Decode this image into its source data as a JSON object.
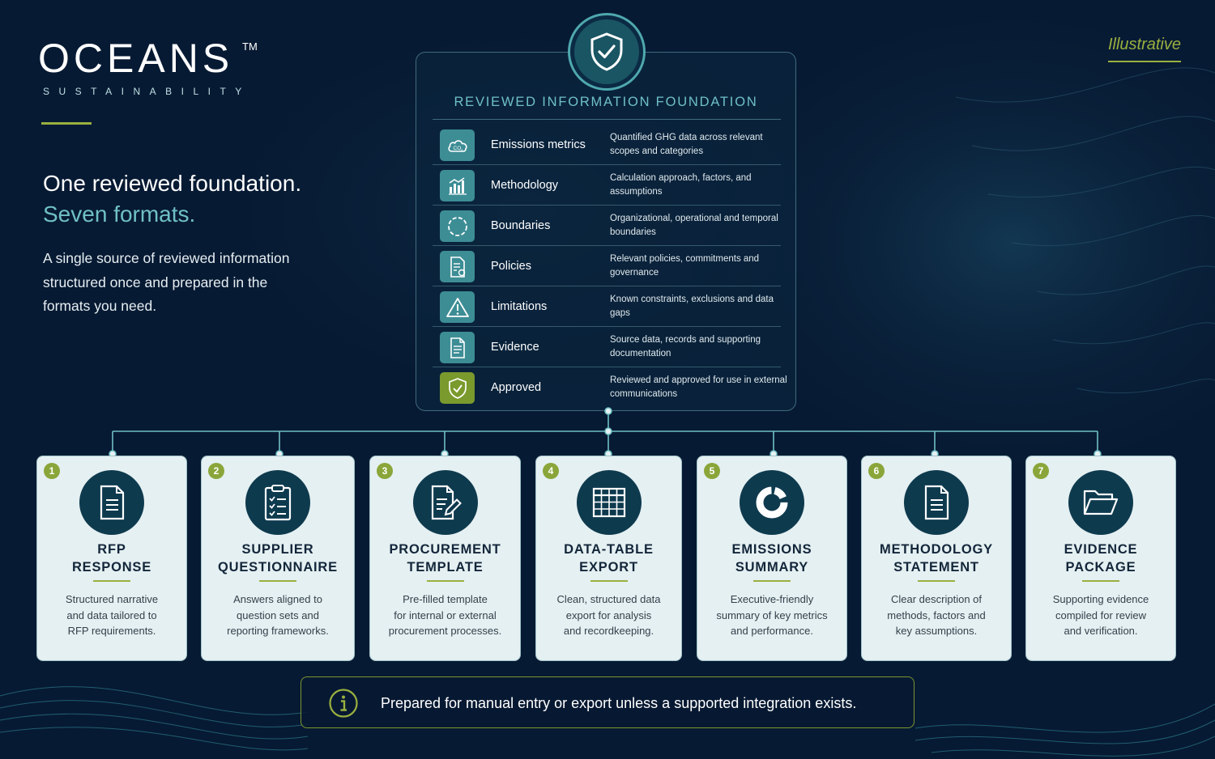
{
  "brand": {
    "name": "OCEANS",
    "trademark": "TM",
    "subtitle": "SUSTAINABILITY"
  },
  "tag": "Illustrative",
  "headline": {
    "line1": "One reviewed foundation.",
    "line2": "Seven formats."
  },
  "intro": "A single source of reviewed information structured once and prepared in the formats you need.",
  "foundation": {
    "title": "REVIEWED INFORMATION FOUNDATION",
    "icon": "shield-check-icon",
    "rows": [
      {
        "label": "Emissions metrics",
        "desc": "Quantified GHG data across relevant scopes and categories",
        "icon": "co2-cloud-icon"
      },
      {
        "label": "Methodology",
        "desc": "Calculation approach, factors, and assumptions",
        "icon": "bar-chart-icon"
      },
      {
        "label": "Boundaries",
        "desc": "Organizational, operational and temporal boundaries",
        "icon": "dashed-circle-icon"
      },
      {
        "label": "Policies",
        "desc": "Relevant policies, commitments and governance",
        "icon": "policy-document-icon"
      },
      {
        "label": "Limitations",
        "desc": "Known constraints, exclusions and data gaps",
        "icon": "warning-icon"
      },
      {
        "label": "Evidence",
        "desc": "Source data, records and supporting documentation",
        "icon": "document-icon"
      },
      {
        "label": "Approved",
        "desc": "Reviewed and approved for use in external communications",
        "icon": "shield-check-icon"
      }
    ]
  },
  "formats": [
    {
      "num": "1",
      "title1": "RFP",
      "title2": "RESPONSE",
      "desc1": "Structured narrative",
      "desc2": "and data tailored to",
      "desc3": "RFP requirements.",
      "icon": "document-icon"
    },
    {
      "num": "2",
      "title1": "SUPPLIER",
      "title2": "QUESTIONNAIRE",
      "desc1": "Answers aligned to",
      "desc2": "question sets and",
      "desc3": "reporting frameworks.",
      "icon": "clipboard-checklist-icon"
    },
    {
      "num": "3",
      "title1": "PROCUREMENT",
      "title2": "TEMPLATE",
      "desc1": "Pre-filled template",
      "desc2": "for internal or external",
      "desc3": "procurement processes.",
      "icon": "document-edit-icon"
    },
    {
      "num": "4",
      "title1": "DATA-TABLE",
      "title2": "EXPORT",
      "desc1": "Clean, structured data",
      "desc2": "export for analysis",
      "desc3": "and recordkeeping.",
      "icon": "table-grid-icon"
    },
    {
      "num": "5",
      "title1": "EMISSIONS",
      "title2": "SUMMARY",
      "desc1": "Executive-friendly",
      "desc2": "summary of key metrics",
      "desc3": "and performance.",
      "icon": "donut-chart-icon"
    },
    {
      "num": "6",
      "title1": "METHODOLOGY",
      "title2": "STATEMENT",
      "desc1": "Clear description of",
      "desc2": "methods, factors and",
      "desc3": "key assumptions.",
      "icon": "document-icon"
    },
    {
      "num": "7",
      "title1": "EVIDENCE",
      "title2": "PACKAGE",
      "desc1": "Supporting evidence",
      "desc2": "compiled for review",
      "desc3": "and verification.",
      "icon": "open-folder-icon"
    }
  ],
  "note": {
    "text": "Prepared for manual entry or export unless a supported integration exists.",
    "icon": "info-icon"
  },
  "colors": {
    "background": "#071a33",
    "teal": "#6fc0c6",
    "green": "#9ab03f",
    "card": "#e5f0f2",
    "icon_circle": "#0e3a4e"
  }
}
